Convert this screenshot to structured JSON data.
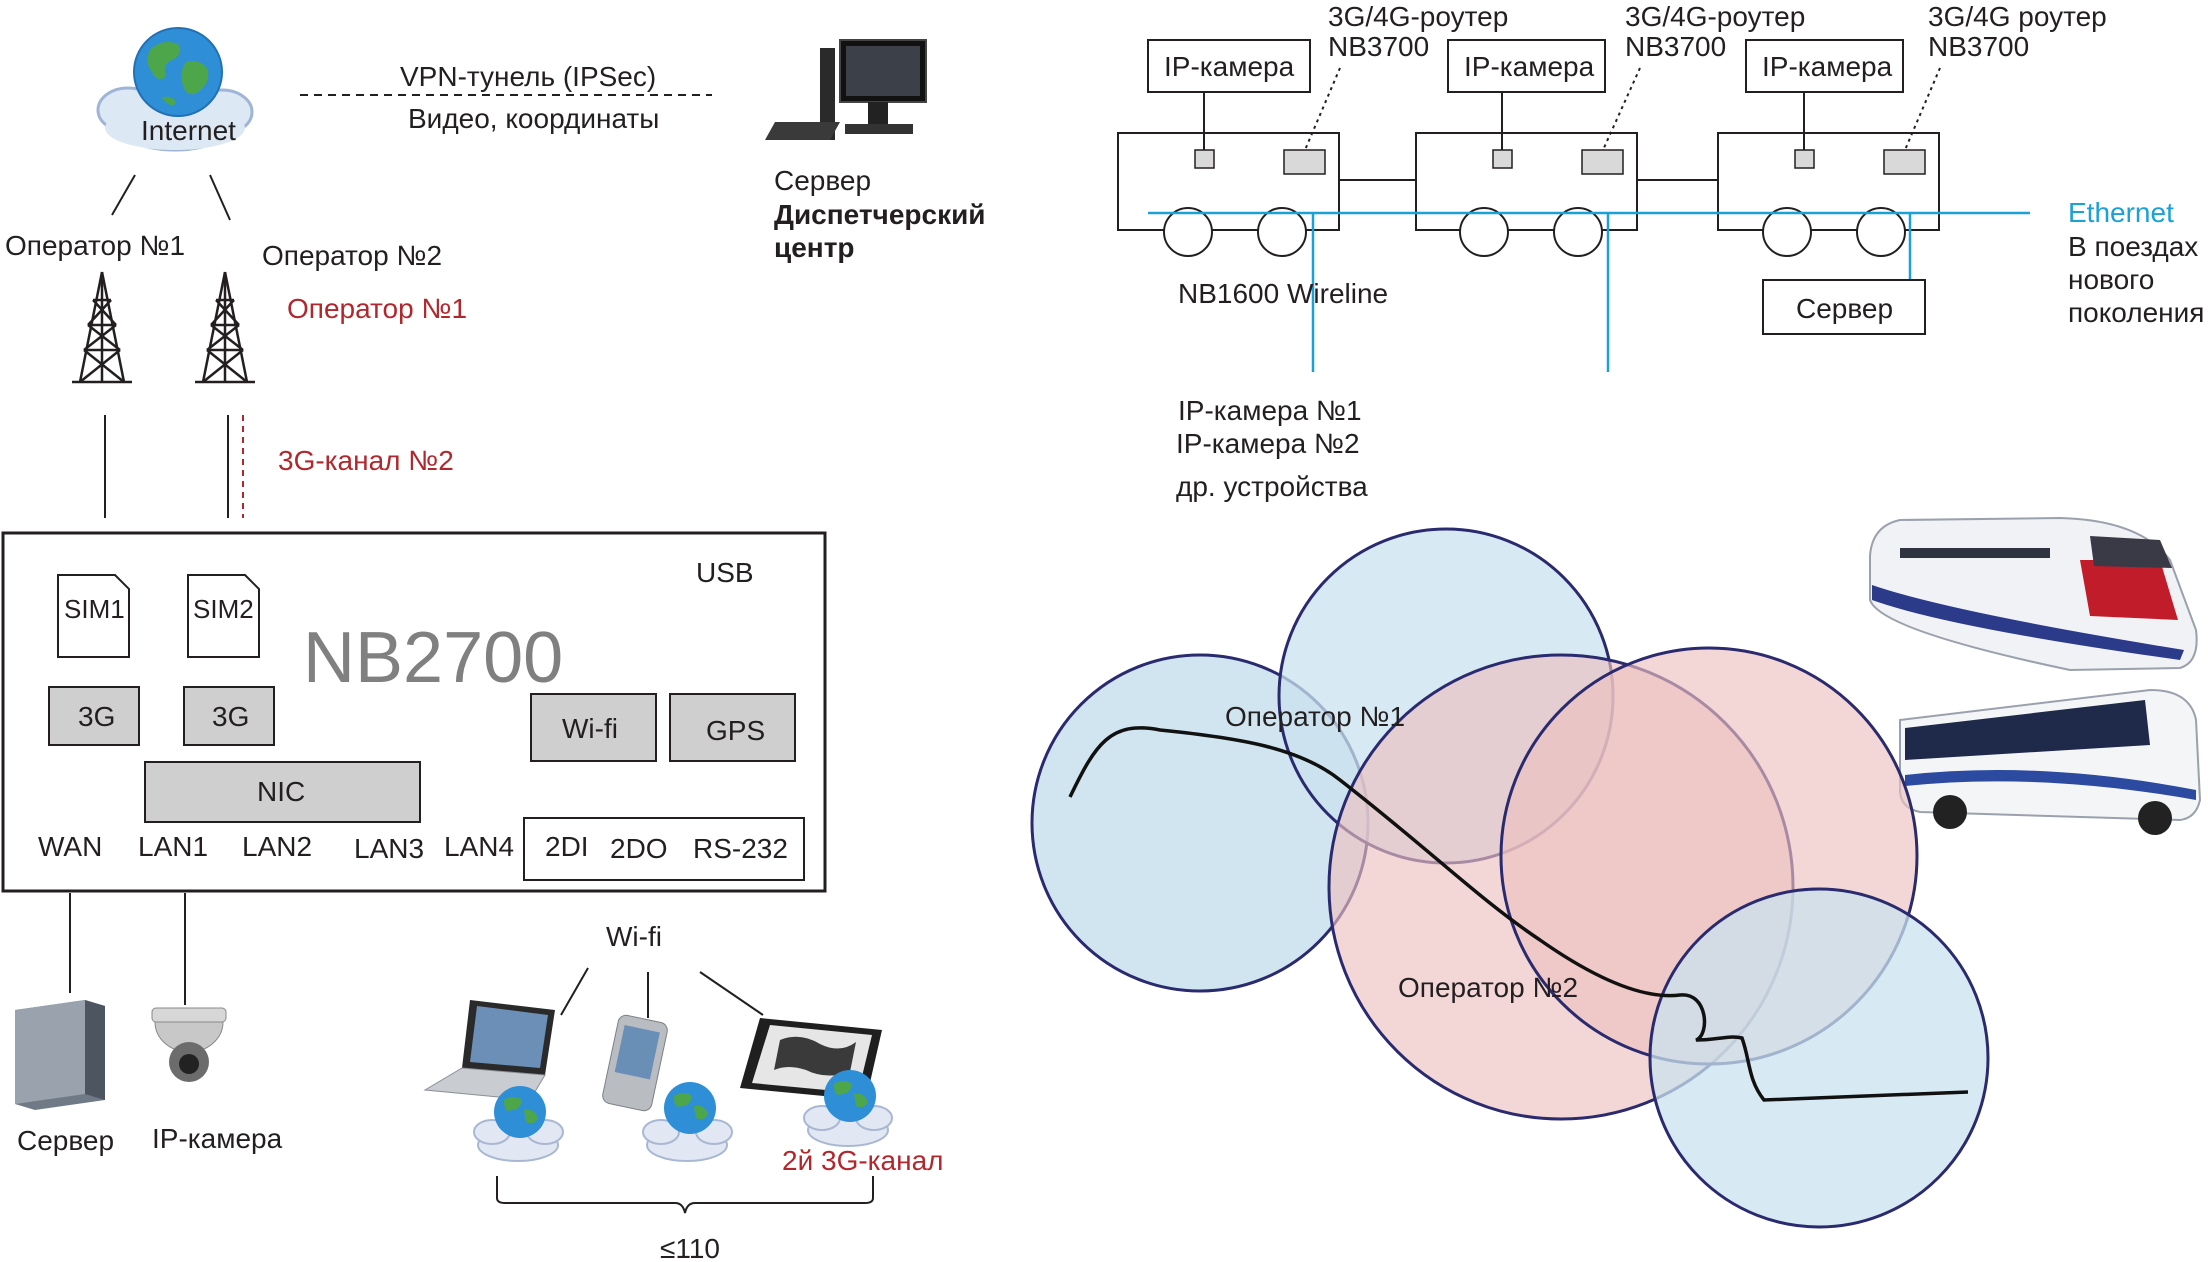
{
  "colors": {
    "stroke": "#231f20",
    "red": "#b0282e",
    "ethernet": "#1ba0d8",
    "circle_blue": "#c9e1ee",
    "circle_red": "#ecc0c0",
    "circle_stroke": "#2a2a6e",
    "module_fill": "#cfcfcf"
  },
  "top": {
    "internet": "Internet",
    "vpn": "VPN-тунель (IPSec)",
    "vpn_sub": "Видео, координаты",
    "server_label": "Сервер",
    "server_title": "Диспетчерский\nцентр",
    "operator1": "Оператор №1",
    "operator2": "Оператор №2",
    "operator1_red": "Оператор №1",
    "channel2": "3G-канал №2"
  },
  "device": {
    "name": "NB2700",
    "usb": "USB",
    "sim1": "SIM1",
    "sim2": "SIM2",
    "m3g_1": "3G",
    "m3g_2": "3G",
    "nic": "NIC",
    "wifi": "Wi-fi",
    "gps": "GPS",
    "ports": [
      "WAN",
      "LAN1",
      "LAN2",
      "LAN3",
      "LAN4"
    ],
    "io": [
      "2DI",
      "2DO",
      "RS-232"
    ]
  },
  "bottom": {
    "server": "Сервер",
    "ipcam": "IP-камера",
    "wifi": "Wi-fi",
    "channel3g": "2й 3G-канал",
    "count": "≤110"
  },
  "train": {
    "cameras": [
      "IP-камера",
      "IP-камера",
      "IP-камера"
    ],
    "routers": [
      "3G/4G-роутер\nNB3700",
      "3G/4G-роутер\nNB3700",
      "3G/4G роутер\nNB3700"
    ],
    "wireline": "NB1600 Wireline",
    "ethernet": "Ethernet",
    "new_gen": "В поездах\nнового\nпоколения",
    "server": "Сервер",
    "devices": [
      "IP-камера №1",
      "IP-камера №2",
      "др. устройства"
    ]
  },
  "coverage": {
    "operator1": "Оператор №1",
    "operator2": "Оператор №2"
  }
}
